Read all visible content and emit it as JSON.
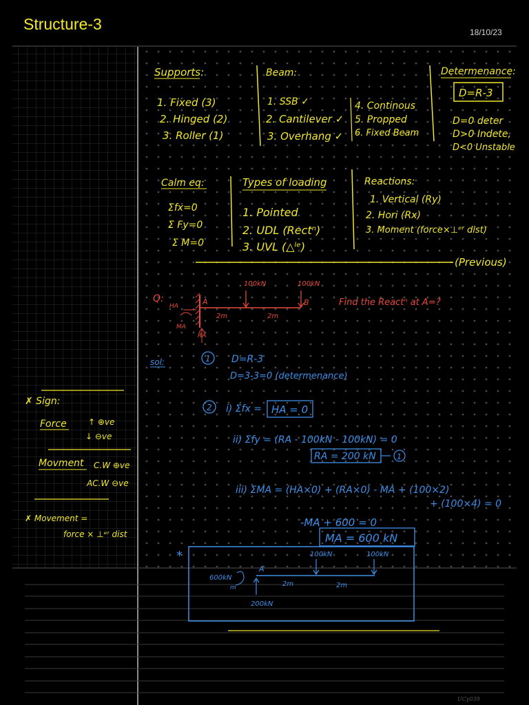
{
  "header": {
    "title": "Structure-3",
    "date": "18/10/23"
  },
  "supports": {
    "heading": "Supports:",
    "items": [
      "1. Fixed (3)",
      "2. Hinged (2)",
      "3. Roller (1)"
    ]
  },
  "beam": {
    "heading": "Beam:",
    "items": [
      "1. SSB ✓",
      "2. Cantilever ✓",
      "3. Overhang ✓",
      "4. Continous",
      "5. Propped",
      "6. Fixed Beam"
    ]
  },
  "determinancy": {
    "heading": "Determenance:",
    "formula": "D=R-3",
    "cases": [
      "D=0 deter",
      "D>0 Indete,",
      "D<0 Unstable"
    ]
  },
  "equilibrium": {
    "heading": "Calm eq:",
    "items": [
      "Σfx=0",
      "Σ Fy=0",
      "Σ M=0"
    ]
  },
  "loading": {
    "heading": "Types of loading",
    "items": [
      "1. Pointed",
      "2. UDL (Rectⁿ)",
      "3. UVL (△ˡᵉ)"
    ]
  },
  "reactions": {
    "heading": "Reactions:",
    "items": [
      "1. Vertical (Ry)",
      "2. Hori (Rx)",
      "3. Moment (force×⊥ᵉʳ dist)"
    ]
  },
  "previous_label": "(Previous)",
  "question": {
    "label": "Q:",
    "loads": [
      "100kN",
      "100kN"
    ],
    "point_a": "A",
    "point_b": "B",
    "spans": [
      "2m",
      "2m"
    ],
    "ha": "HA",
    "ma": "MA",
    "ra": "RA",
    "text": "Find the Reactⁿ at A=?"
  },
  "solution": {
    "label": "sol:",
    "step1_num": "1",
    "step1_lines": [
      "D=R-3",
      "D=3-3=0 (determenance)"
    ],
    "step2_num": "2",
    "sum_fx": "i) Σfx =",
    "ha_result": "HA = 0",
    "sum_fy": "ii) Σfy = (RA - 100kN - 100kN) = 0",
    "ra_result": "RA = 200 kN",
    "eq_ref": "1",
    "sum_m": "iii) ΣMA = (HA×0) + (RA×0) - MA + (100×2)",
    "sum_m_cont": "+ (100×4) = 0",
    "ma_eq": "-MA + 600 = 0",
    "ma_result": "MA = 600 kN"
  },
  "diagram": {
    "star": "*",
    "loads": [
      "100kN",
      "100kN"
    ],
    "point_a": "A",
    "spans": [
      "2m",
      "2m"
    ],
    "moment": "600kN",
    "moment_unit": "m",
    "reaction": "200kN"
  },
  "margin": {
    "sign_heading": "✗ Sign:",
    "force_label": "Force",
    "force_signs": [
      "↑ ⊕ve",
      "↓ ⊖ve"
    ],
    "moment_label": "Movment",
    "moment_signs": [
      "C.W ⊕ve",
      "AC.W ⊖ve"
    ],
    "movement_heading": "✗ Movement =",
    "movement_formula": "force × ⊥ᵉʳ dist"
  },
  "footer": {
    "watermark": "UCy039"
  }
}
